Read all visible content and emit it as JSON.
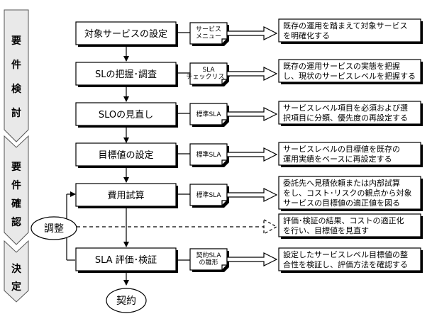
{
  "phases": [
    {
      "id": "requirements-review",
      "chars": [
        "要",
        "件",
        "検",
        "討"
      ]
    },
    {
      "id": "requirements-confirmation",
      "chars": [
        "要",
        "件",
        "確",
        "認"
      ]
    },
    {
      "id": "decision",
      "chars": [
        "決",
        "定"
      ]
    }
  ],
  "steps": [
    {
      "label": "対象サービスの設定",
      "doc_lines": [
        "サービス",
        "メニュー"
      ],
      "desc_lines": [
        "既存の運用を踏まえて対象サービス",
        "を明確化する"
      ]
    },
    {
      "label": "SLの把握･調査",
      "doc_lines": [
        "SLA",
        "チェックリスト"
      ],
      "desc_lines": [
        "既存の運用サービスの実態を把握",
        "し、現状のサービスレベルを把握する"
      ]
    },
    {
      "label": "SLOの見直し",
      "doc_lines": [
        "標準SLA"
      ],
      "desc_lines": [
        "サービスレベル項目を必須および選",
        "択項目に分類、優先度の再設定する"
      ]
    },
    {
      "label": "目標値の設定",
      "doc_lines": [
        "標準SLA"
      ],
      "desc_lines": [
        "サービスレベルの目標値を既存の",
        "運用実績をベースに再設定する"
      ]
    },
    {
      "label": "費用試算",
      "doc_lines": [
        "標準SLA"
      ],
      "desc_lines": [
        "委託先へ見積依頼または内部試算",
        "をし、コスト･リスクの観点から対象",
        "サービスの目標値の適正値を図る"
      ]
    },
    {
      "label": "SLA 評価･検証",
      "doc_lines": [
        "契約SLA",
        "の雛形"
      ],
      "desc_lines": [
        "設定したサービスレベル目標値の整",
        "合性を検証し、評価方法を確認する"
      ]
    }
  ],
  "adjust": {
    "label": "調整",
    "desc_lines": [
      "評価･検証の結果、コストの適正化",
      "を行い、目標値を見直す"
    ]
  },
  "final": {
    "label": "契約"
  }
}
